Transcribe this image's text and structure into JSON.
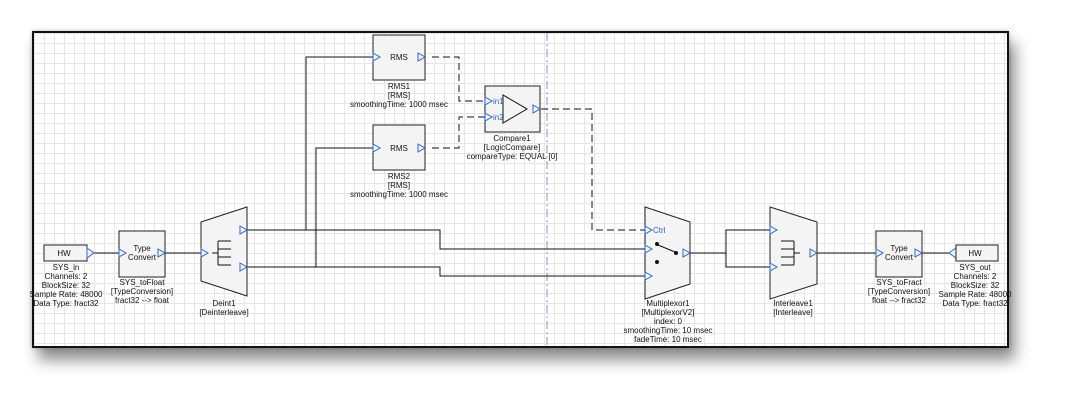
{
  "blocks": {
    "sys_in": {
      "inner": "HW",
      "lines": [
        "SYS_in",
        "Channels: 2",
        "BlockSize: 32",
        "Sample Rate: 48000",
        "Data Type: fract32"
      ]
    },
    "sys_tofloat": {
      "inner": [
        "Type",
        "Convert"
      ],
      "lines": [
        "SYS_toFloat",
        "[TypeConversion]",
        "fract32 --> float"
      ]
    },
    "deint1": {
      "lines": [
        "Deint1",
        "[Deinterleave]"
      ]
    },
    "rms1": {
      "inner": "RMS",
      "lines": [
        "RMS1",
        "[RMS]",
        "smoothingTime: 1000 msec"
      ]
    },
    "rms2": {
      "inner": "RMS",
      "lines": [
        "RMS2",
        "[RMS]",
        "smoothingTime: 1000 msec"
      ]
    },
    "compare1": {
      "pins": [
        "in1",
        "in2"
      ],
      "lines": [
        "Compare1",
        "[LogicCompare]",
        "compareType: EQUAL [0]"
      ]
    },
    "multiplexor1": {
      "pin": "Ctrl",
      "lines": [
        "Multiplexor1",
        "[MultiplexorV2]",
        "index: 0",
        "smoothingTime: 10 msec",
        "fadeTime: 10 msec"
      ]
    },
    "interleave1": {
      "lines": [
        "Interleave1",
        "[Interleave]"
      ]
    },
    "sys_tofract": {
      "inner": [
        "Type",
        "Convert"
      ],
      "lines": [
        "SYS_toFract",
        "[TypeConversion]",
        "float --> fract32"
      ]
    },
    "sys_out": {
      "inner": "HW",
      "lines": [
        "SYS_out",
        "Channels: 2",
        "BlockSize: 32",
        "Sample Rate: 48000",
        "Data Type: fract32"
      ]
    }
  },
  "colors": {
    "pin": "#2a64d8",
    "divider": "#8c8cd8",
    "grid": "#e6e6e6"
  }
}
